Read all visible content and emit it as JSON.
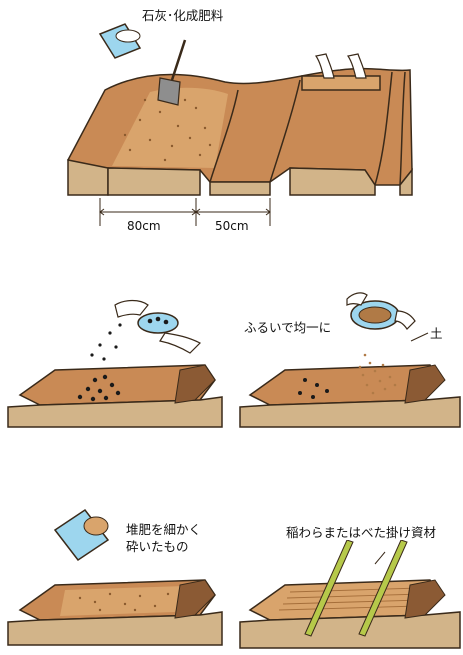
{
  "panel1": {
    "lime_label": "石灰･化成肥料",
    "width1": "80cm",
    "width2": "50cm"
  },
  "panel3": {
    "sieve_label": "ふるいで均一に",
    "soil_label": "土"
  },
  "panel4": {
    "compost_label_line1": "堆肥を細かく",
    "compost_label_line2": "砕いたもの"
  },
  "panel5": {
    "straw_label": "稲わらまたはべた掛け資材"
  },
  "colors": {
    "soil_top": "#c98a55",
    "soil_side": "#d2b489",
    "outline": "#3a2a1a",
    "water_blue": "#9dd6ee",
    "bamboo": "#b6c94a"
  }
}
